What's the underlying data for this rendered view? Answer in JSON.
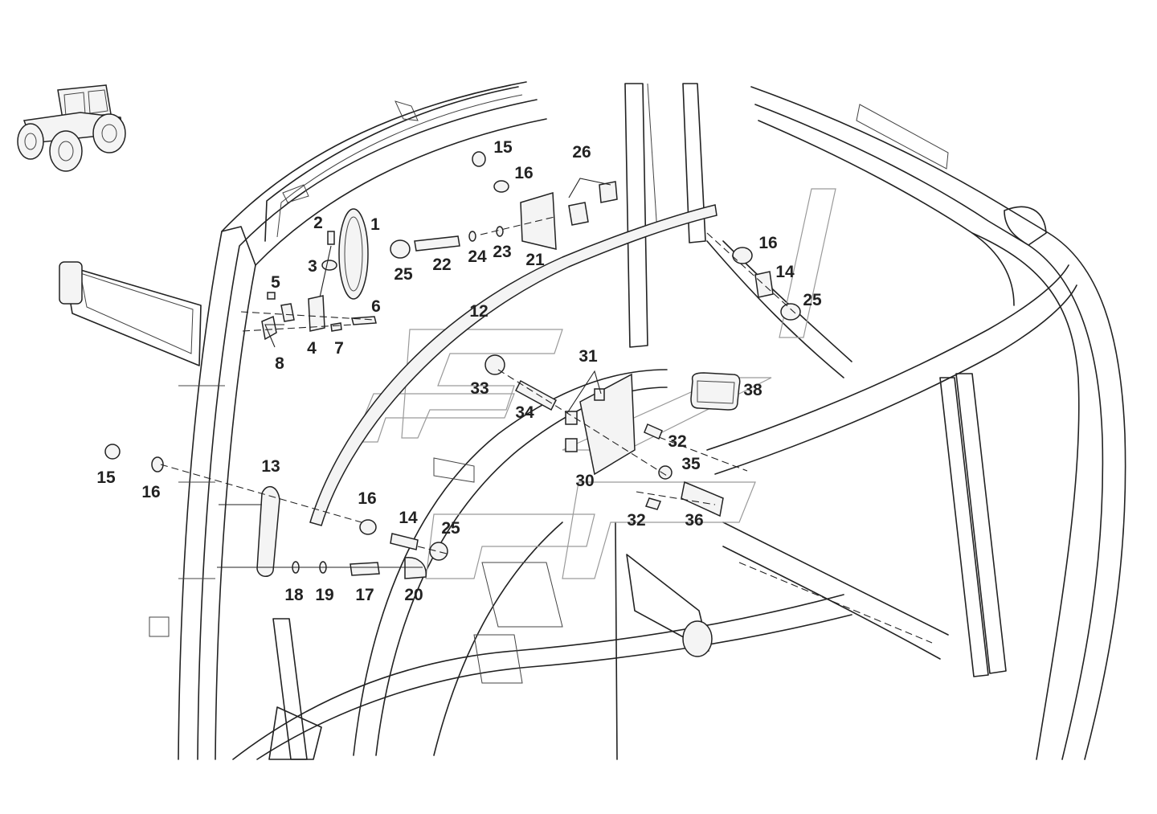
{
  "labels": [
    {
      "id": "lbl-1",
      "text": "1"
    },
    {
      "id": "lbl-2",
      "text": "2"
    },
    {
      "id": "lbl-3",
      "text": "3"
    },
    {
      "id": "lbl-4",
      "text": "4"
    },
    {
      "id": "lbl-5",
      "text": "5"
    },
    {
      "id": "lbl-6",
      "text": "6"
    },
    {
      "id": "lbl-7",
      "text": "7"
    },
    {
      "id": "lbl-8",
      "text": "8"
    },
    {
      "id": "lbl-12",
      "text": "12"
    },
    {
      "id": "lbl-13",
      "text": "13"
    },
    {
      "id": "lbl-14a",
      "text": "14"
    },
    {
      "id": "lbl-14b",
      "text": "14"
    },
    {
      "id": "lbl-15a",
      "text": "15"
    },
    {
      "id": "lbl-15b",
      "text": "15"
    },
    {
      "id": "lbl-16a",
      "text": "16"
    },
    {
      "id": "lbl-16b",
      "text": "16"
    },
    {
      "id": "lbl-16c",
      "text": "16"
    },
    {
      "id": "lbl-16d",
      "text": "16"
    },
    {
      "id": "lbl-17",
      "text": "17"
    },
    {
      "id": "lbl-18",
      "text": "18"
    },
    {
      "id": "lbl-19",
      "text": "19"
    },
    {
      "id": "lbl-20",
      "text": "20"
    },
    {
      "id": "lbl-21",
      "text": "21"
    },
    {
      "id": "lbl-22",
      "text": "22"
    },
    {
      "id": "lbl-23",
      "text": "23"
    },
    {
      "id": "lbl-24",
      "text": "24"
    },
    {
      "id": "lbl-25a",
      "text": "25"
    },
    {
      "id": "lbl-25b",
      "text": "25"
    },
    {
      "id": "lbl-25c",
      "text": "25"
    },
    {
      "id": "lbl-26",
      "text": "26"
    },
    {
      "id": "lbl-30",
      "text": "30"
    },
    {
      "id": "lbl-31",
      "text": "31"
    },
    {
      "id": "lbl-32a",
      "text": "32"
    },
    {
      "id": "lbl-32b",
      "text": "32"
    },
    {
      "id": "lbl-33",
      "text": "33"
    },
    {
      "id": "lbl-34",
      "text": "34"
    },
    {
      "id": "lbl-35",
      "text": "35"
    },
    {
      "id": "lbl-36",
      "text": "36"
    },
    {
      "id": "lbl-38",
      "text": "38"
    }
  ]
}
